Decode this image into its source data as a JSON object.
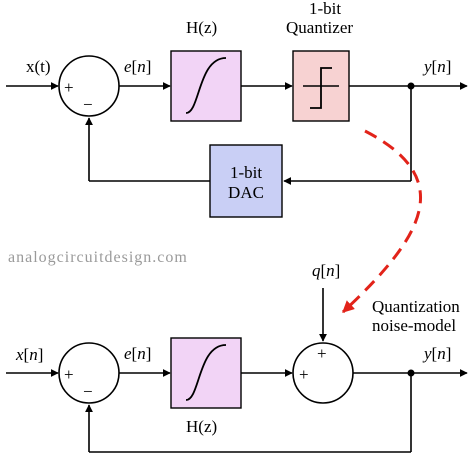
{
  "top": {
    "input_label": "x(t)",
    "sum_plus": "+",
    "sum_minus": "−",
    "error": {
      "sym": "e",
      "idx": "n"
    },
    "filter_label": "H(z)",
    "quantizer_label_line1": "1-bit",
    "quantizer_label_line2": "Quantizer",
    "output": {
      "sym": "y",
      "idx": "n"
    },
    "dac_label_line1": "1-bit",
    "dac_label_line2": "DAC"
  },
  "watermark": "analogcircuitdesign.com",
  "bottom": {
    "input": {
      "sym": "x",
      "idx": "n"
    },
    "sum_plus": "+",
    "sum_minus": "−",
    "error": {
      "sym": "e",
      "idx": "n"
    },
    "filter_label": "H(z)",
    "noise": {
      "sym": "q",
      "idx": "n"
    },
    "adder_plus_top": "+",
    "adder_plus_left": "+",
    "model_label_line1": "Quantization",
    "model_label_line2": "noise-model",
    "output": {
      "sym": "y",
      "idx": "n"
    }
  },
  "colors": {
    "filter_fill": "#f2d4f6",
    "quantizer_fill": "#f7d2d2",
    "dac_fill": "#c9cff5",
    "dashed_arrow": "#e2231a"
  }
}
